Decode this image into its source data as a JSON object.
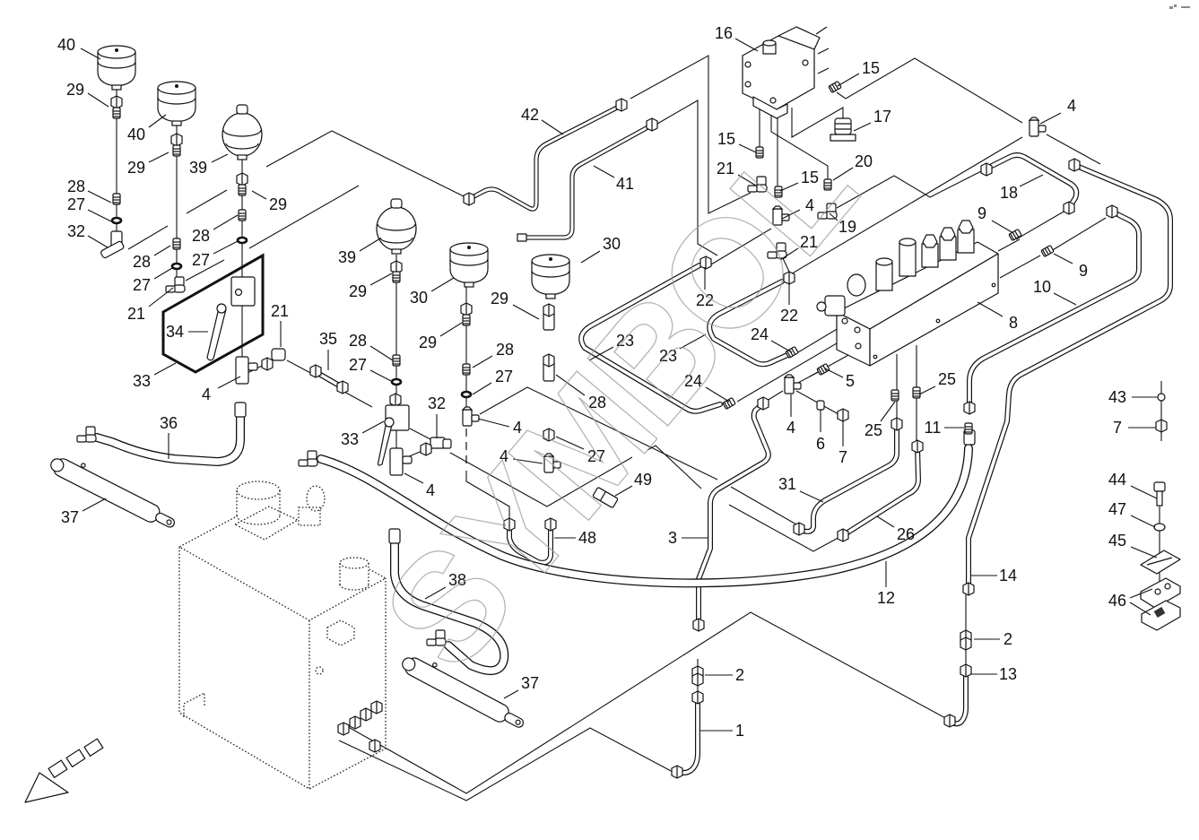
{
  "diagram": {
    "watermark": "SYMBOL",
    "direction_arrow_icon": "travel-direction-arrow"
  },
  "callouts": [
    "40",
    "29",
    "40",
    "29",
    "39",
    "29",
    "28",
    "27",
    "32",
    "28",
    "27",
    "21",
    "28",
    "27",
    "21",
    "34",
    "33",
    "4",
    "35",
    "36",
    "37",
    "39",
    "29",
    "30",
    "29",
    "28",
    "27",
    "33",
    "32",
    "4",
    "28",
    "27",
    "4",
    "30",
    "29",
    "28",
    "27",
    "4",
    "49",
    "48",
    "38",
    "37",
    "42",
    "41",
    "16",
    "15",
    "17",
    "15",
    "21",
    "20",
    "15",
    "4",
    "19",
    "21",
    "18",
    "4",
    "9",
    "9",
    "10",
    "8",
    "22",
    "22",
    "23",
    "23",
    "24",
    "24",
    "5",
    "4",
    "6",
    "7",
    "25",
    "25",
    "11",
    "31",
    "26",
    "3",
    "12",
    "14",
    "2",
    "13",
    "2",
    "1",
    "43",
    "7",
    "44",
    "47",
    "45",
    "46"
  ]
}
